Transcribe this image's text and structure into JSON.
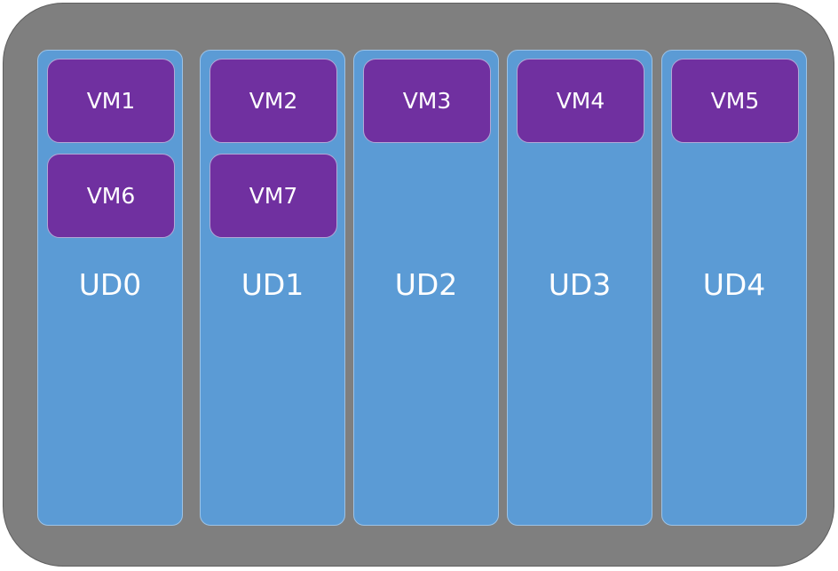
{
  "colors": {
    "background": "#ffffff",
    "outer_container": "#7f7f7f",
    "update_domain": "#5b9bd5",
    "vm": "#7030a0",
    "text": "#ffffff"
  },
  "update_domains": [
    {
      "label": "UD0",
      "vms": [
        "VM1",
        "VM6"
      ]
    },
    {
      "label": "UD1",
      "vms": [
        "VM2",
        "VM7"
      ]
    },
    {
      "label": "UD2",
      "vms": [
        "VM3"
      ]
    },
    {
      "label": "UD3",
      "vms": [
        "VM4"
      ]
    },
    {
      "label": "UD4",
      "vms": [
        "VM5"
      ]
    }
  ]
}
